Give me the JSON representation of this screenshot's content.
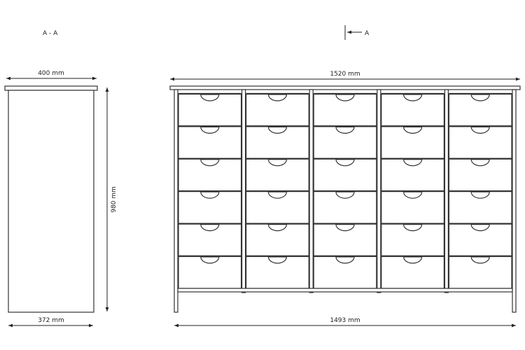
{
  "section_title": "A - A",
  "section_marker_label": "A",
  "dimensions": {
    "side_depth_top": "400 mm",
    "side_depth_bottom": "372 mm",
    "height": "980 mm",
    "front_width_top": "1520 mm",
    "front_width_bottom": "1493 mm"
  },
  "cabinet": {
    "columns": 5,
    "rows": 6
  },
  "colors": {
    "line": "#333333",
    "background": "#ffffff"
  }
}
